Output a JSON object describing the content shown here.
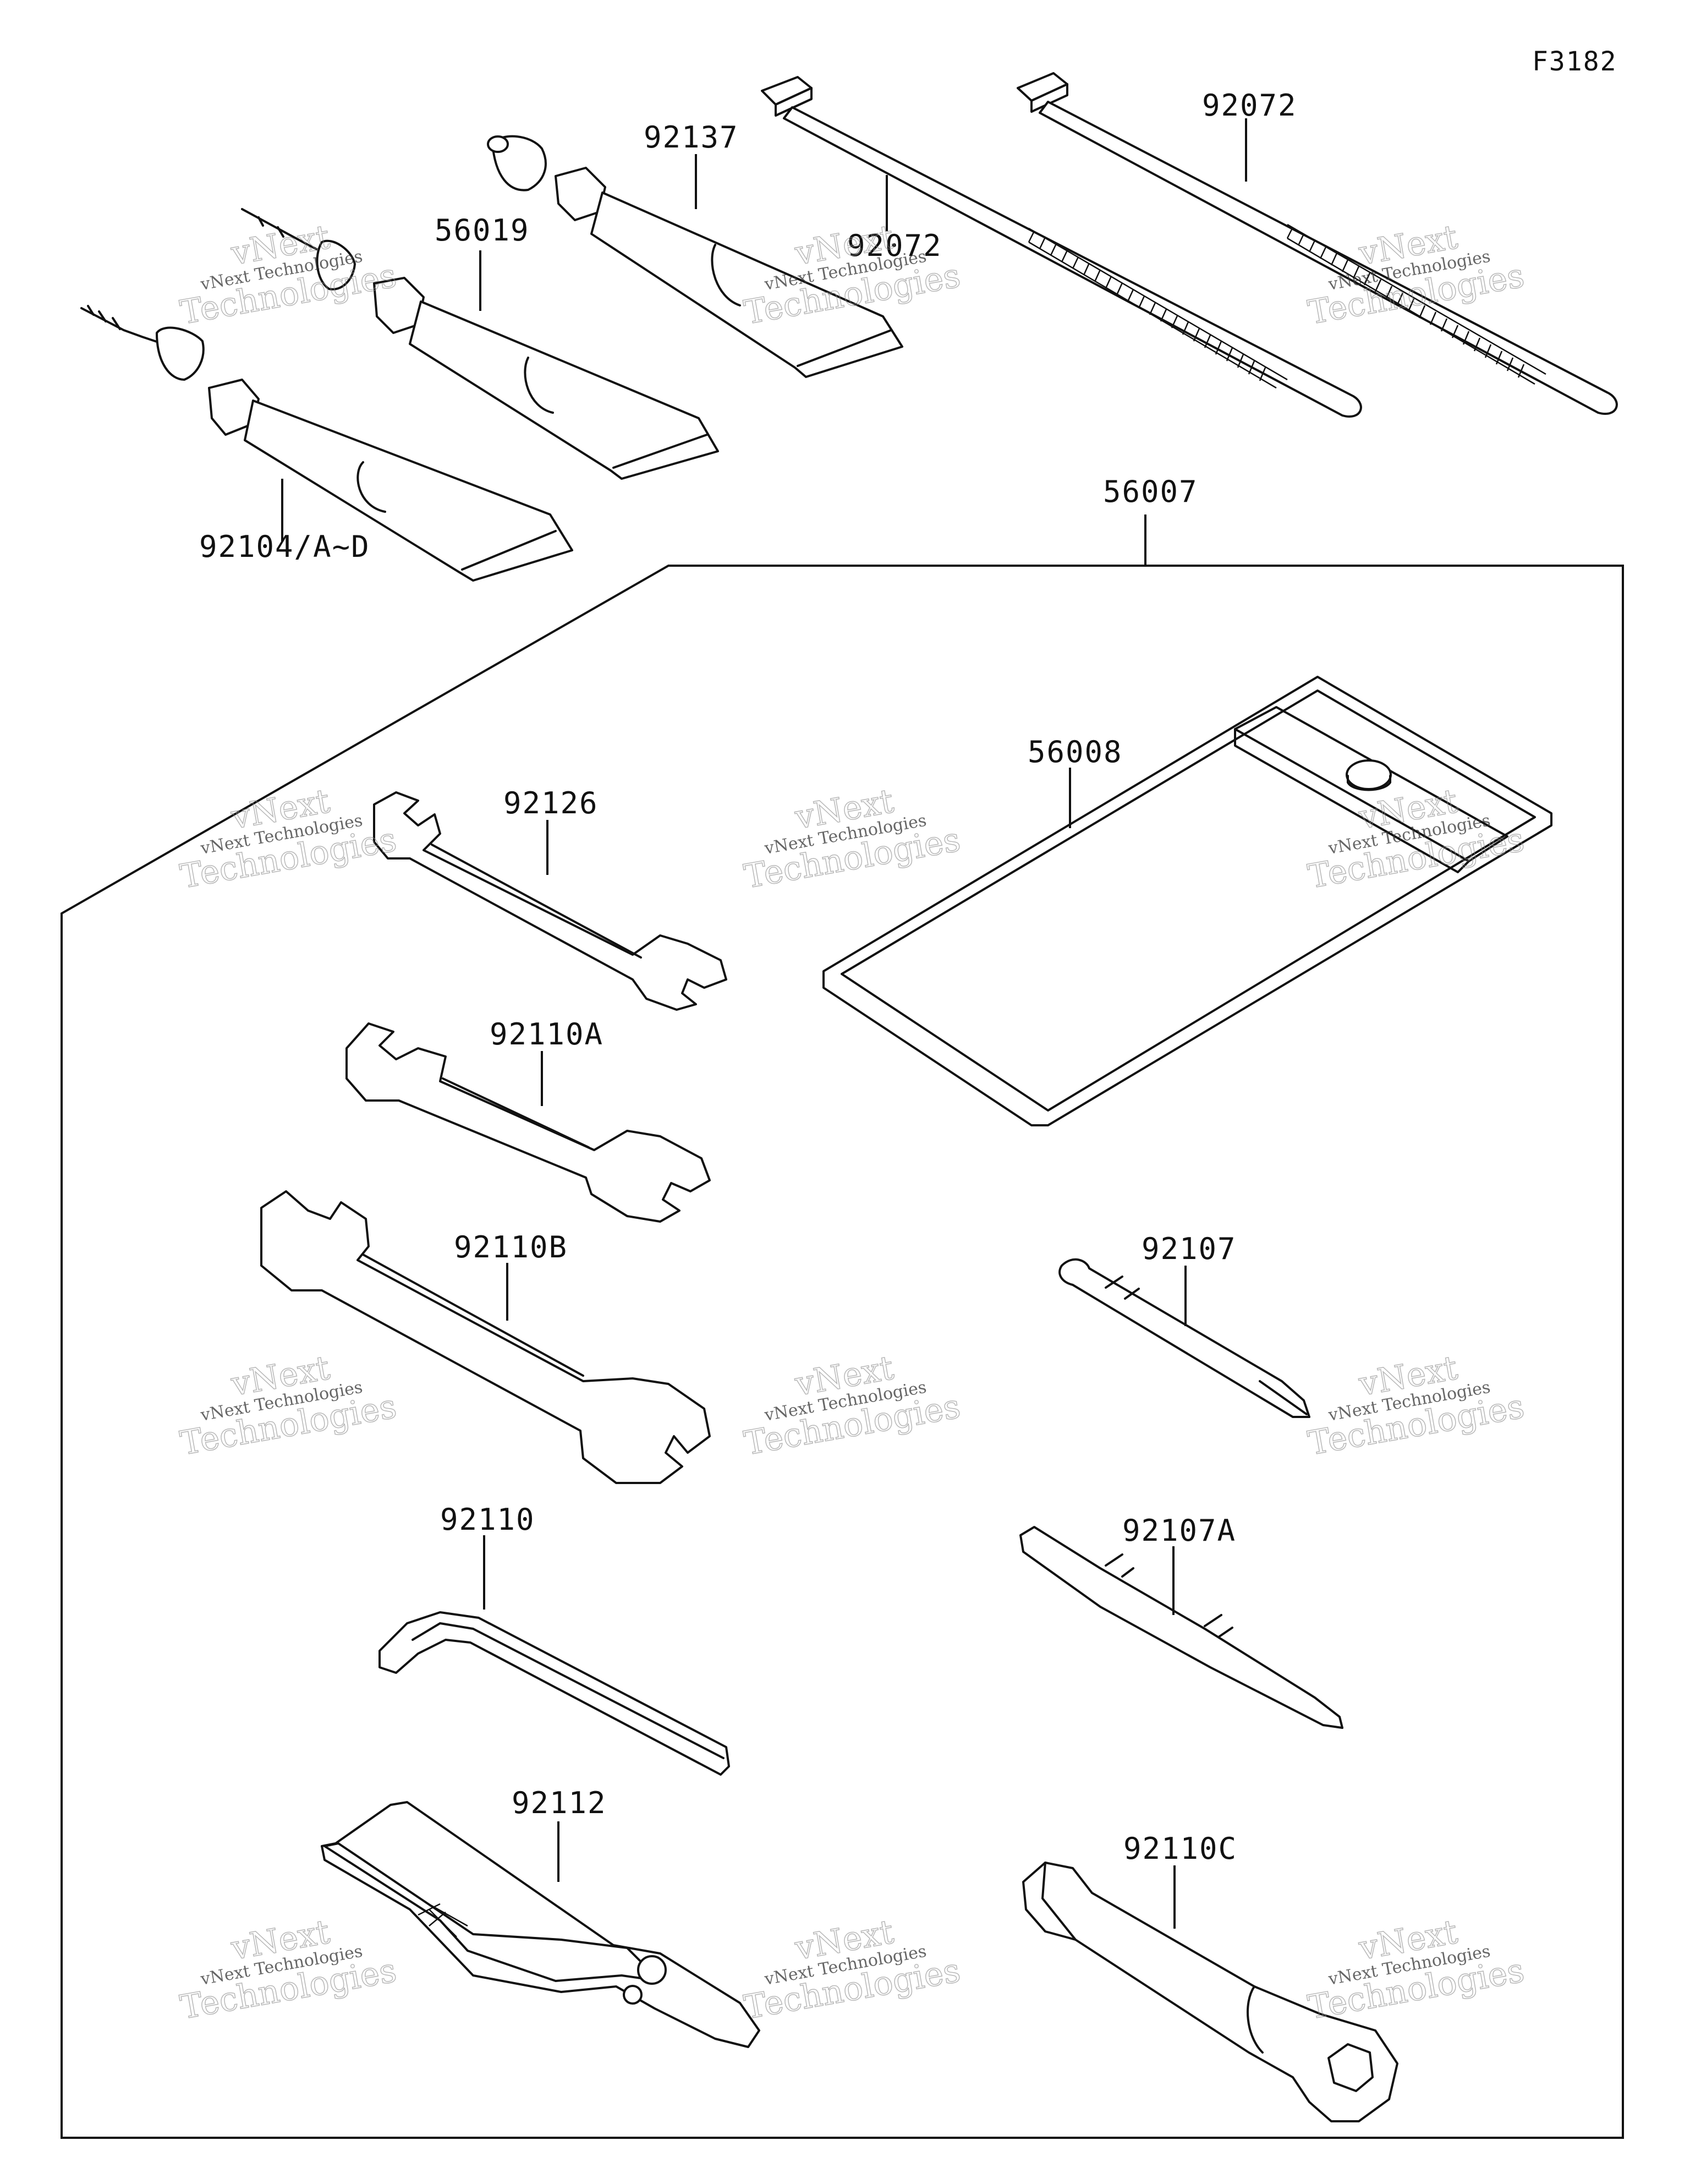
{
  "figure_code": "F3182",
  "parts": {
    "p92104": "92104/A~D",
    "p56019": "56019",
    "p92137": "92137",
    "p92072_left": "92072",
    "p92072_right": "92072",
    "p56007": "56007",
    "p56008": "56008",
    "p92126": "92126",
    "p92110A": "92110A",
    "p92110B": "92110B",
    "p92110": "92110",
    "p92112": "92112",
    "p92107": "92107",
    "p92107A": "92107A",
    "p92110C": "92110C"
  },
  "watermark": {
    "line1": "vNext",
    "line2": "vNext Technologies",
    "line3": "Technologies"
  },
  "colors": {
    "ink": "#111111",
    "background": "#ffffff",
    "watermark": "#888888"
  }
}
